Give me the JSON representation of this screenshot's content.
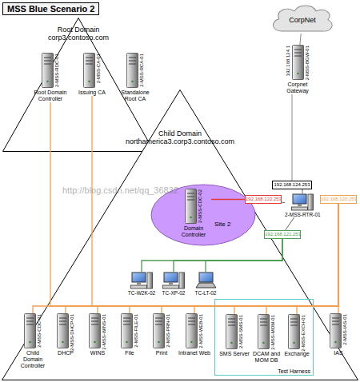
{
  "diagram": {
    "title": "MSS Blue Scenario 2",
    "nodes": [
      {
        "text": [
          "Root Domain",
          "corp3.contoso.com"
        ]
      },
      {
        "text": [
          "2-MSS-RDC-01",
          "Root Domain Controller"
        ],
        "in": 0
      },
      {
        "text": [
          "2-MSS-CA-01",
          "Issuing CA"
        ],
        "in": 0
      },
      {
        "text": [
          "2-MSS-RCA-01",
          "Standalone Root CA"
        ],
        "in": 0
      },
      {
        "text": [
          "CorpNet"
        ]
      },
      {
        "text": [
          "192.168.124.1",
          "2-MSS-BGW-01",
          "Corpnet Gateway"
        ]
      },
      {
        "text": [
          "Child Domain",
          "northamerica3.corp3.contoso.com"
        ]
      },
      {
        "text": [
          "Site 2"
        ],
        "in": 6
      },
      {
        "text": [
          "2-MSS-CDC-02",
          "Domain Controller"
        ],
        "in": 7
      },
      {
        "text": [
          "192.168.124.253"
        ]
      },
      {
        "text": [
          "192.168.122.253"
        ]
      },
      {
        "text": [
          "2-MSS-RTR-01"
        ]
      },
      {
        "text": [
          "192.168.120.253"
        ]
      },
      {
        "text": [
          "192.168.121.253"
        ]
      },
      {
        "text": [
          "TC-W2K-02"
        ],
        "in": 6
      },
      {
        "text": [
          "TC-XP-02"
        ],
        "in": 6
      },
      {
        "text": [
          "TC-LT-02"
        ],
        "in": 6
      },
      {
        "text": [
          "2-MSS-CDC-01",
          "Child Domain Controller"
        ],
        "in": 6
      },
      {
        "text": [
          "2-MSS-DHCP-01",
          "DHCP"
        ],
        "in": 6
      },
      {
        "text": [
          "2-MSS-WINS-01",
          "WINS"
        ],
        "in": 6
      },
      {
        "text": [
          "2-MSS-FILE-01",
          "File"
        ],
        "in": 6
      },
      {
        "text": [
          "2-MSS-PRN-01",
          "Print"
        ],
        "in": 6
      },
      {
        "text": [
          "2-MSS-WEB-01",
          "Intranet Web"
        ],
        "in": 6
      },
      {
        "text": [
          "Test Harness"
        ],
        "in": 6
      },
      {
        "text": [
          "2-MSS-SMS-01",
          "SMS Server"
        ],
        "in": 23
      },
      {
        "text": [
          "2-MSS-MOM-01",
          "DCAM and MOM DB"
        ],
        "in": 23
      },
      {
        "text": [
          "2-MSS-EXCH-01",
          "Exchange"
        ],
        "in": 23
      },
      {
        "text": [
          "2-MSS-IAS-01",
          "IAS"
        ],
        "in": 6
      }
    ],
    "edges": [
      {
        "from": 4,
        "to": 5,
        "arrow": "none"
      },
      {
        "from": 5,
        "to": 9,
        "arrow": "none"
      },
      {
        "from": 9,
        "to": 11,
        "arrow": "none"
      },
      {
        "from": 11,
        "to": 10,
        "arrow": "none"
      },
      {
        "from": 11,
        "to": 12,
        "arrow": "none"
      },
      {
        "from": 11,
        "to": 13,
        "arrow": "none"
      },
      {
        "from": 10,
        "to": 8,
        "arrow": "none"
      },
      {
        "from": 13,
        "to": 14,
        "arrow": "none"
      },
      {
        "from": 13,
        "to": 15,
        "arrow": "none"
      },
      {
        "from": 13,
        "to": 16,
        "arrow": "none"
      },
      {
        "from": 12,
        "to": 1,
        "arrow": "none"
      },
      {
        "from": 12,
        "to": 2,
        "arrow": "none"
      },
      {
        "from": 12,
        "to": 17,
        "arrow": "none"
      },
      {
        "from": 12,
        "to": 18,
        "arrow": "none"
      },
      {
        "from": 12,
        "to": 19,
        "arrow": "none"
      },
      {
        "from": 12,
        "to": 20,
        "arrow": "none"
      },
      {
        "from": 12,
        "to": 21,
        "arrow": "none"
      },
      {
        "from": 12,
        "to": 22,
        "arrow": "none"
      },
      {
        "from": 12,
        "to": 24,
        "arrow": "none"
      },
      {
        "from": 12,
        "to": 25,
        "arrow": "none"
      },
      {
        "from": 12,
        "to": 26,
        "arrow": "none"
      },
      {
        "from": 12,
        "to": 27,
        "arrow": "none"
      }
    ],
    "labels": [
      "http://blog.csdn.net/qq_36832"
    ]
  }
}
